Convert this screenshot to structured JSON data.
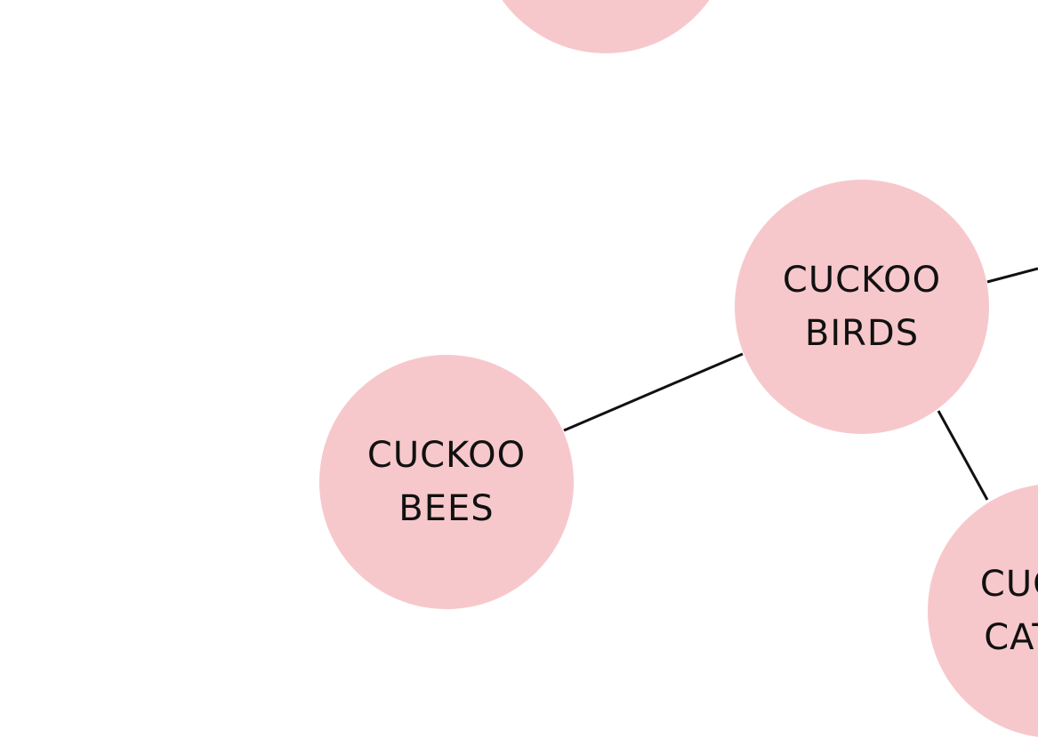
{
  "nodes": {
    "top": {
      "lines": []
    },
    "birds": {
      "lines": [
        "CUCKOO",
        "BIRDS"
      ]
    },
    "bees": {
      "lines": [
        "CUCKOO",
        "BEES"
      ]
    },
    "cats": {
      "lines": [
        "CUC",
        "CAT"
      ]
    }
  },
  "colors": {
    "node_fill": "#f7c8cb",
    "edge_stroke": "#111111",
    "text": "#111111",
    "background": "#ffffff"
  }
}
